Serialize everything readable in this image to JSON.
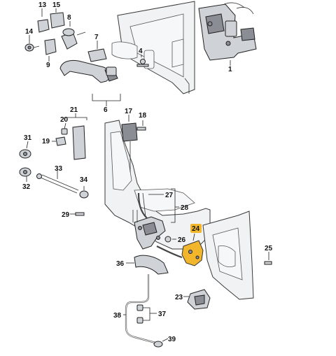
{
  "callouts": {
    "c1": "1",
    "c4": "4",
    "c6": "6",
    "c7": "7",
    "c8": "8",
    "c9": "9",
    "c13": "13",
    "c14": "14",
    "c15": "15",
    "c17": "17",
    "c18": "18",
    "c19": "19",
    "c20": "20",
    "c21": "21",
    "c23": "23",
    "c24": "24",
    "c25": "25",
    "c26": "26",
    "c27": "27",
    "c28": "28",
    "c29": "29",
    "c31": "31",
    "c32": "32",
    "c33": "33",
    "c34": "34",
    "c36": "36",
    "c37": "37",
    "c38": "38",
    "c39": "39"
  },
  "highlight_color": "#f2b62c",
  "highlighted_callout": "24"
}
